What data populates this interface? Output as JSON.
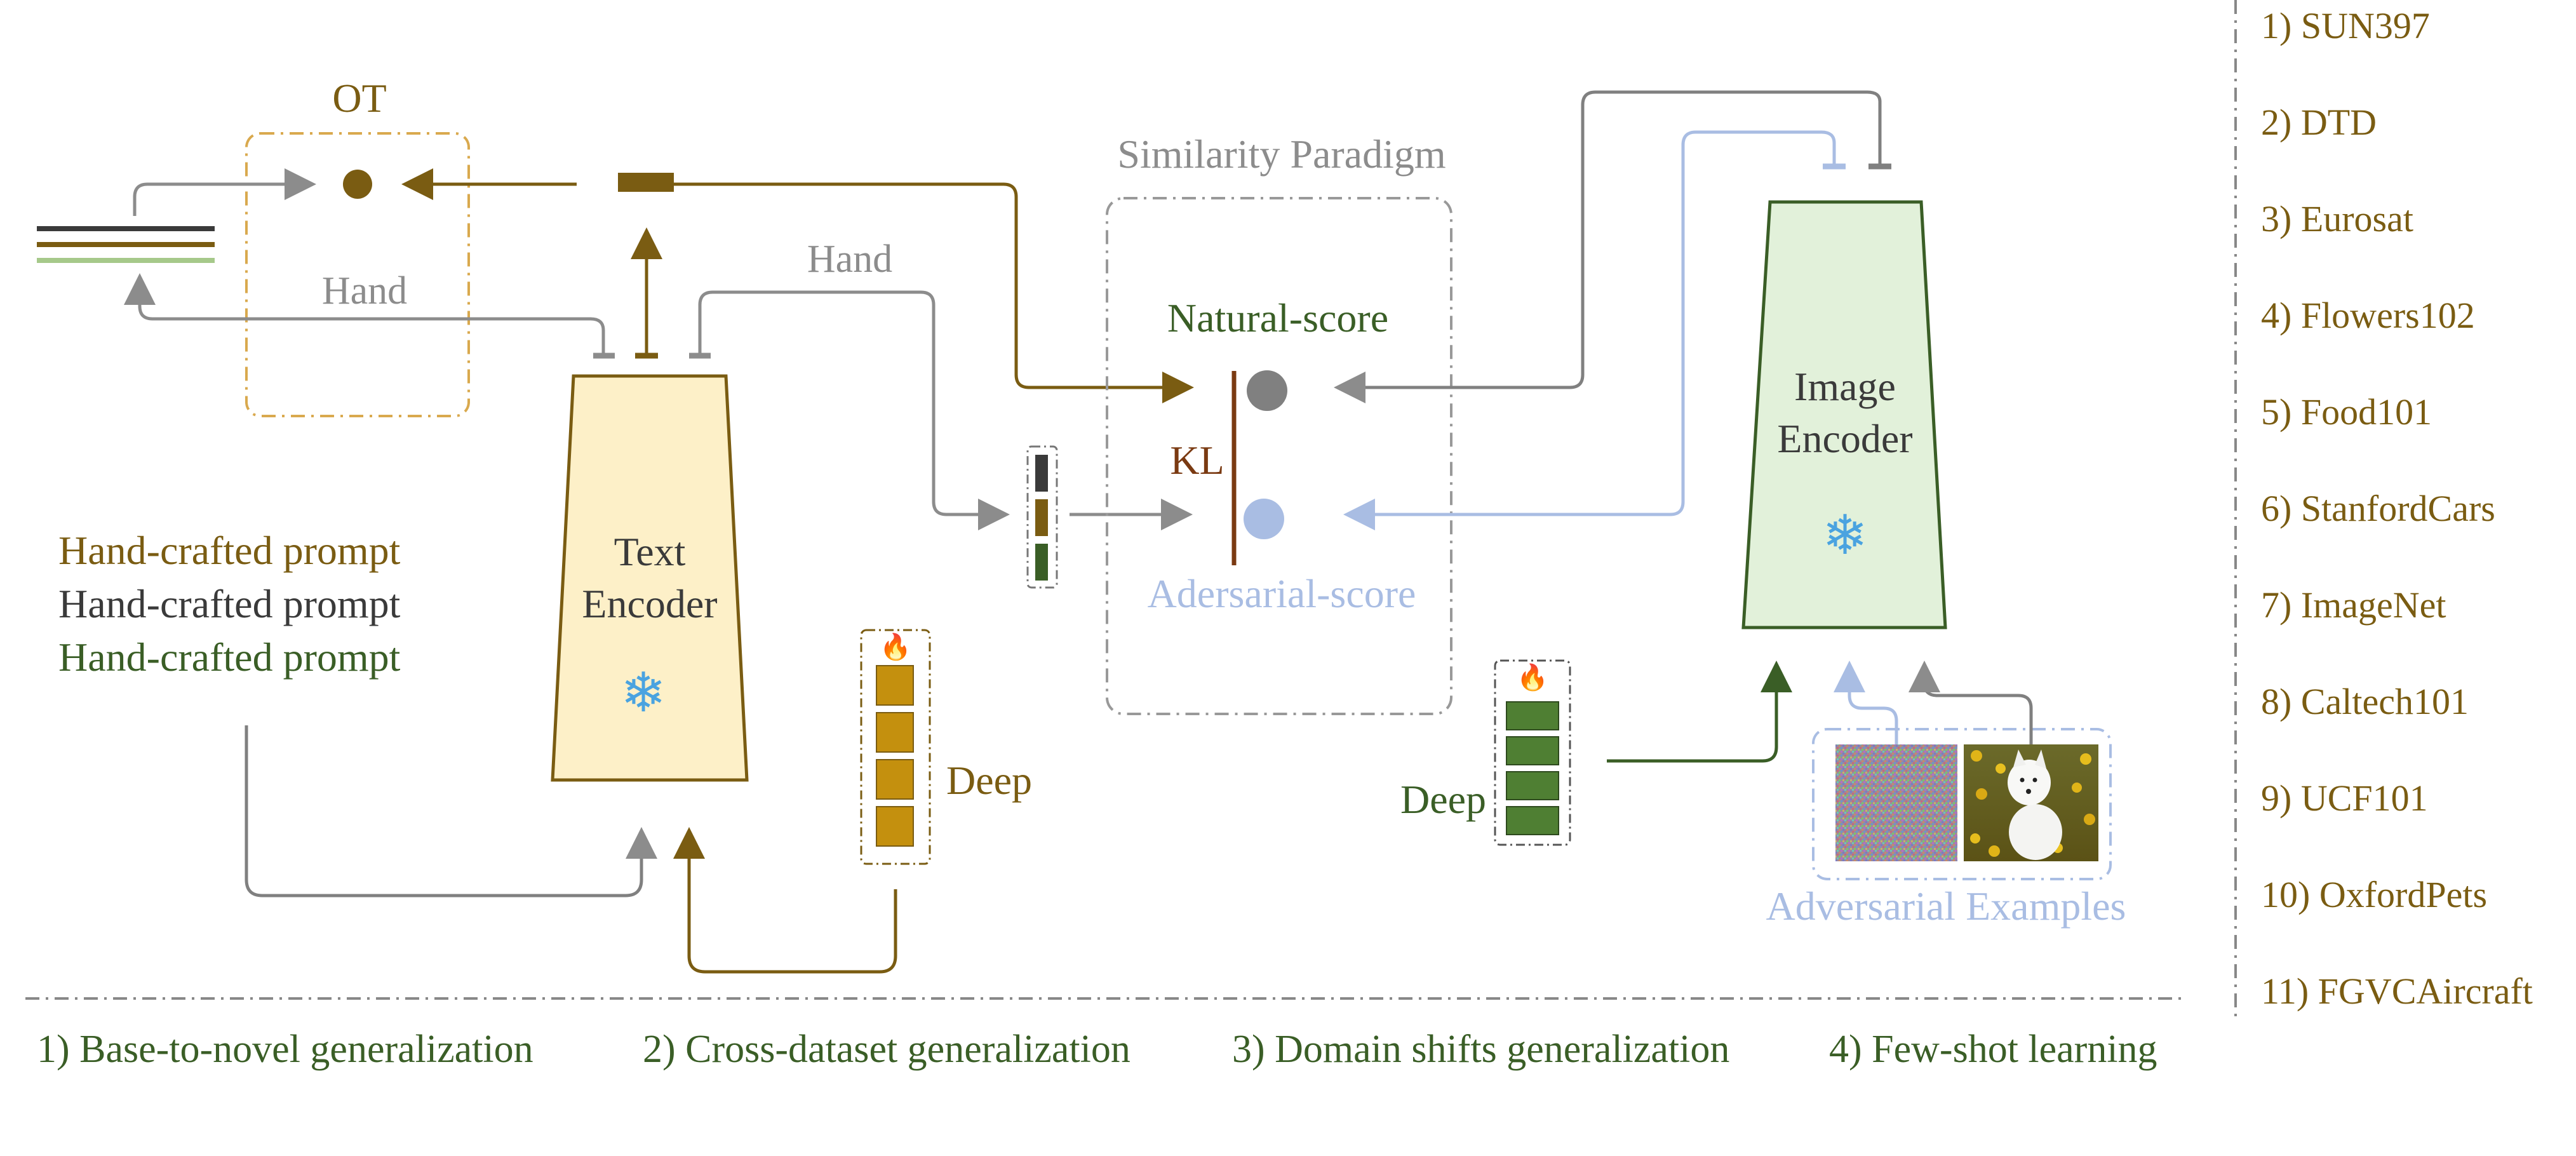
{
  "ot_label": "OT",
  "hand_label_left": "Hand",
  "hand_label_right": "Hand",
  "text_encoder": {
    "line1": "Text",
    "line2": "Encoder"
  },
  "image_encoder": {
    "line1": "Image",
    "line2": "Encoder"
  },
  "prompts": [
    "Hand-crafted prompt",
    "Hand-crafted prompt",
    "Hand-crafted prompt"
  ],
  "deep_text": "Deep",
  "deep_image": "Deep",
  "similarity": {
    "title": "Similarity Paradigm",
    "natural": "Natural-score",
    "kl": "KL",
    "adversarial": "Adersarial-score"
  },
  "adversarial_examples": "Adversarial Examples",
  "datasets": [
    "1) SUN397",
    "2) DTD",
    "3) Eurosat",
    "4) Flowers102",
    "5) Food101",
    "6) StanfordCars",
    "7) ImageNet",
    "8) Caltech101",
    "9) UCF101",
    "10) OxfordPets",
    "11) FGVCAircraft"
  ],
  "tasks": [
    "1) Base-to-novel generalization",
    "2) Cross-dataset generalization",
    "3) Domain shifts generalization",
    "4) Few-shot learning"
  ],
  "colors": {
    "olive": "#7a5c12",
    "dark_green": "#3a5e26",
    "grey": "#8c8c8c",
    "light_blue": "#a9bde3",
    "brown": "#7a3a12",
    "text_encoder_fill": "#fdf0c8",
    "image_encoder_fill": "#e2f1da",
    "deep_text_block": "#c4900e",
    "deep_image_block": "#4f7f33"
  }
}
